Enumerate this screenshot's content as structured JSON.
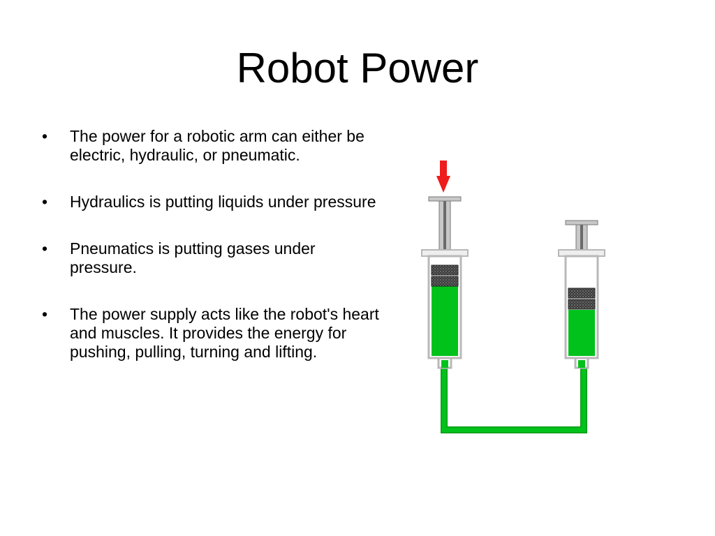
{
  "slide": {
    "title": "Robot Power",
    "bullet_marker": "•",
    "bullets": [
      "The power for a robotic arm can either be electric, hydraulic, or pneumatic.",
      "Hydraulics is putting liquids under pressure",
      "Pneumatics is putting gases under pressure.",
      "The power supply acts like the robot's heart and muscles. It provides the energy for pushing, pulling, turning and lifting."
    ]
  },
  "diagram": {
    "icons": [
      "down-arrow-icon",
      "syringe-icon",
      "tube-icon"
    ],
    "colors": {
      "fluid": "#00c21a",
      "fluid_edge": "#0a9a18",
      "arrow": "#ee1c1c",
      "barrel_outline": "#b8b8b8",
      "plunger": "#8a8a8a",
      "piston": "#3a3a3a"
    }
  }
}
